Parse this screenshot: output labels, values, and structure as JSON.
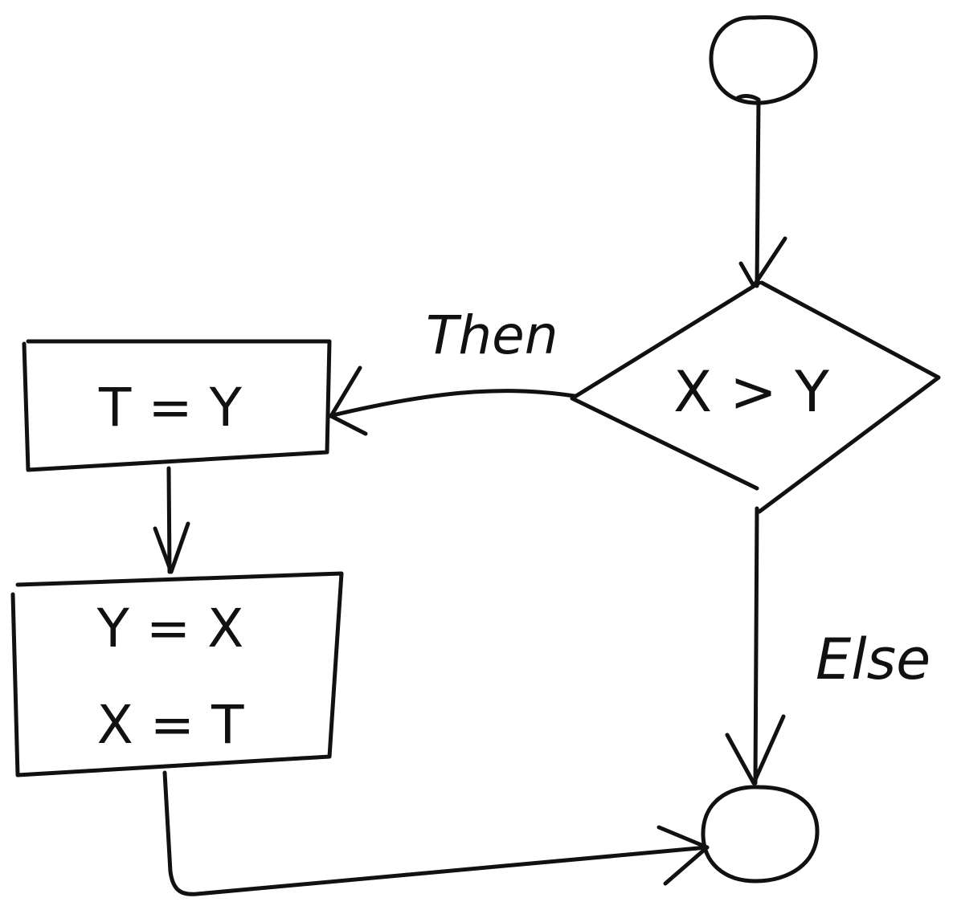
{
  "flowchart": {
    "condition": "X > Y",
    "branch_then_label": "Then",
    "branch_else_label": "Else",
    "then_step_1": "T = Y",
    "then_step_2_line_1": "Y = X",
    "then_step_2_line_2": "X = T"
  },
  "colors": {
    "ink": "#111111",
    "background": "#ffffff"
  }
}
